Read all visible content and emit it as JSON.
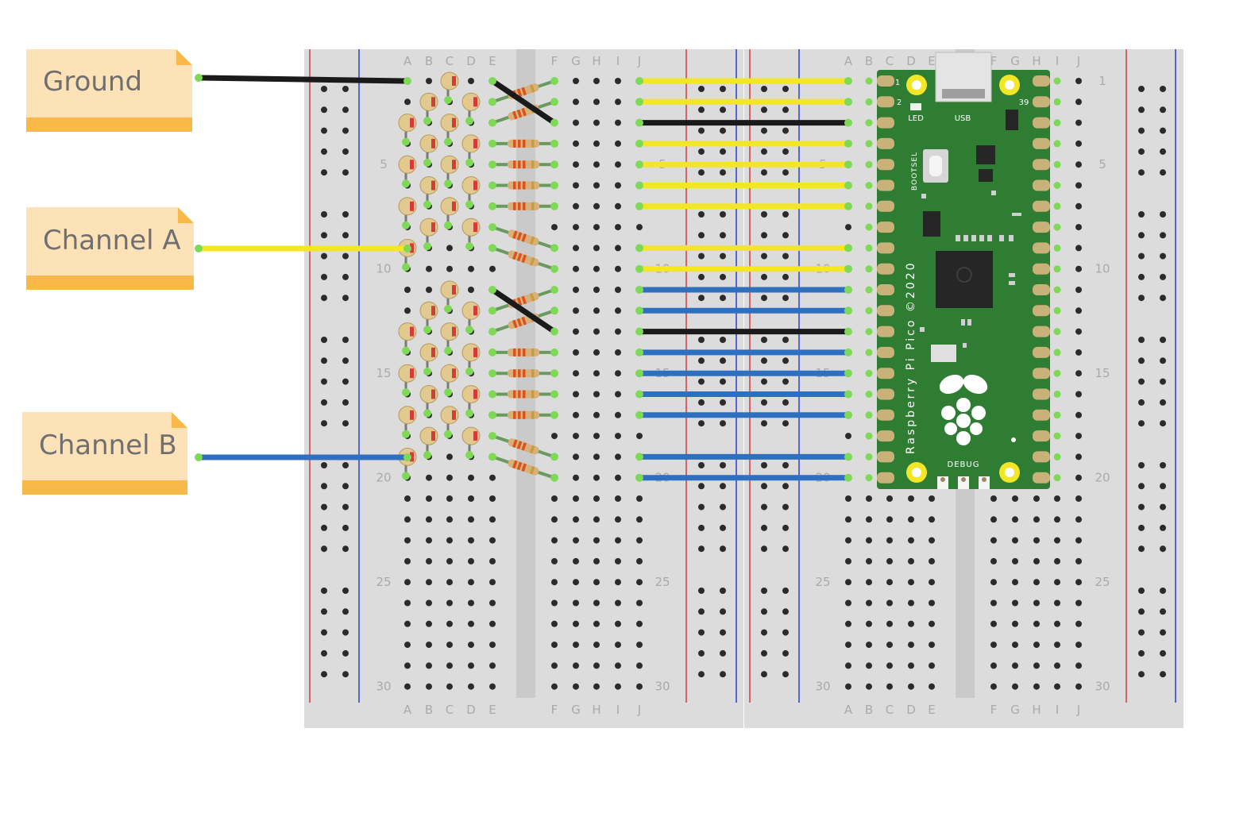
{
  "notes": [
    {
      "label": "Ground"
    },
    {
      "label": "Channel A"
    },
    {
      "label": "Channel B"
    }
  ],
  "breadboard": {
    "columns_left": [
      "A",
      "B",
      "C",
      "D",
      "E",
      "F",
      "G",
      "H",
      "I",
      "J"
    ],
    "row_numbers": [
      "5",
      "10",
      "15",
      "20",
      "25",
      "30"
    ]
  },
  "pico": {
    "led_label": "LED",
    "usb_label": "USB",
    "bootsel_label": "BOOTSEL",
    "debug_label": "DEBUG",
    "board_text": "Raspberry Pi Pico ©2020",
    "pin_1": "1",
    "pin_2": "2",
    "pin_39": "39"
  },
  "colors": {
    "ground_wire": "#1a1a1a",
    "channel_a_wire": "#f2e626",
    "channel_b_wire": "#2f6fc0",
    "note_fill": "#fde2b8",
    "note_band": "#f9b84a",
    "pico_green": "#2e7d32"
  }
}
